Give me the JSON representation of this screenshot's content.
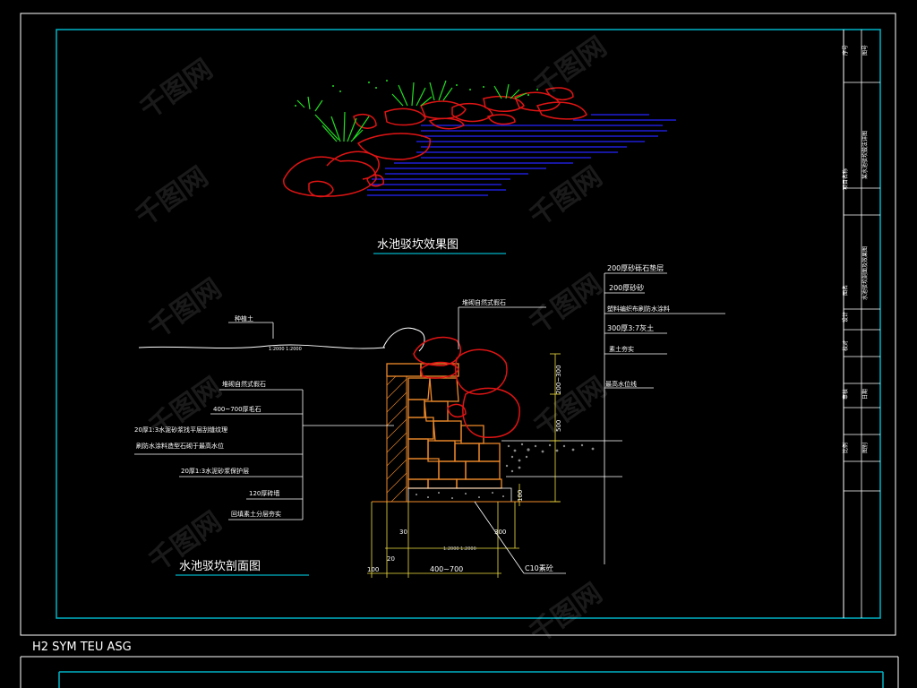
{
  "colors": {
    "background": "#000000",
    "frame": "#ffffff",
    "inner_frame": "#00b4c8",
    "rock": "#e01010",
    "water": "#2020ff",
    "grass": "#20e020",
    "masonry": "#f08a2a",
    "dimension": "#f0e040",
    "text": "#ffffff"
  },
  "effect_title": "水池驳坎效果图",
  "section_title": "水池驳坎剖面图",
  "labels": {
    "planting_soil": "种植土",
    "natural_rock_top": "堆砌自然式假石",
    "layer1": "200厚砂砾石垫层",
    "layer2": "200厚砂砂",
    "layer3": "塑料编织布刷防水涂料",
    "layer4": "300厚3:7灰土",
    "layer5": "素土夯实",
    "water_level": "最高水位线",
    "natural_rock_left": "堆砌自然式假石",
    "rubble": "400~700厚毛石",
    "mortar_note_1": "20厚1:3水泥砂浆找平层刮缝纹理",
    "mortar_note_2": "刷防水涂料造型石砌于最高水位",
    "protect": "20厚1:3水泥砂浆保护层",
    "brick": "120厚砖墙",
    "backfill": "回填素土分层夯实",
    "concrete": "C10素砼"
  },
  "dimensions": {
    "d_700_300": "200~300",
    "d_500": "500",
    "d_30": "30",
    "d_20": "20",
    "d_100": "100",
    "d_400_700": "400~700",
    "d_300": "300",
    "d_100b": "100"
  },
  "title_block": {
    "cells": [
      "序号",
      "图号",
      "项目名称",
      "图名",
      "设计",
      "校对",
      "审核",
      "日期",
      "比例",
      "图别",
      "专业",
      "工程"
    ],
    "project": "某水池驳坎做法详图",
    "drawing": "水池驳坎剖面及效果图"
  },
  "bottom_text": "H2  SYM  TEU  ASG",
  "watermark": "千图网"
}
